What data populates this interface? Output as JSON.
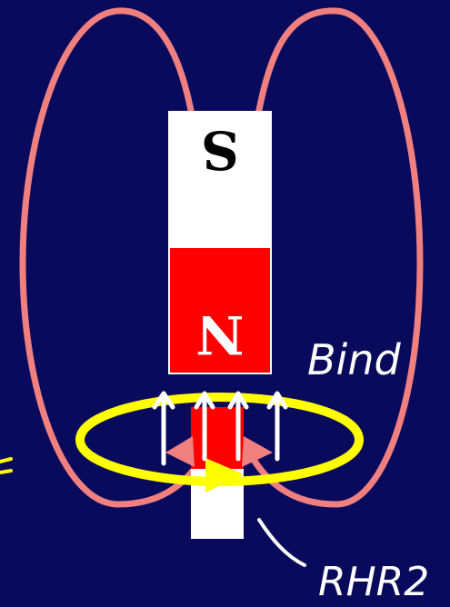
{
  "magnet": {
    "top_pole": "S",
    "bottom_pole": "N",
    "top_color": "#ffffff",
    "bottom_color": "#ff0000"
  },
  "annotations": {
    "b_induced": "Bind",
    "rule": "RHR2"
  },
  "colors": {
    "background": "#0a0a5c",
    "field_lines": "#f08080",
    "loop": "#ffff00",
    "handwriting": "#ffffff"
  }
}
